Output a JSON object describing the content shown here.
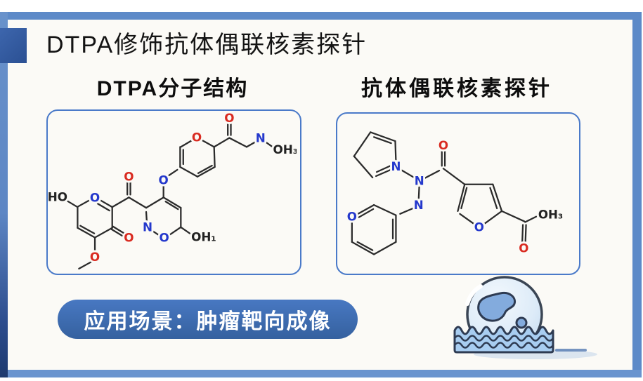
{
  "title": "DTPA修饰抗体偶联核素探针",
  "panels": {
    "left": {
      "heading": "DTPA分子结构"
    },
    "right": {
      "heading": "抗体偶联核素探针"
    }
  },
  "banner": {
    "text": "应用场景：肿瘤靶向成像"
  },
  "molecules": {
    "dtpa": {
      "labels": [
        "HO",
        "O",
        "O",
        "O",
        "O",
        "N",
        "O",
        "OH₁",
        "O",
        "O",
        "O",
        "N",
        "OH₃"
      ]
    },
    "probe": {
      "labels": [
        "N",
        "N",
        "N",
        "O",
        "O",
        "O",
        "O",
        "OH₃"
      ]
    }
  },
  "colors": {
    "frame_blue": "#5d8ac8",
    "accent_navy": "#2b5093",
    "banner_blue": "#3a67b3",
    "box_border_blue": "#4a7ac9",
    "atom_red": "#d92b21",
    "atom_blue": "#2438cc",
    "bond_black": "#2b2b2b",
    "cell_fill": "#83abdd",
    "water_fill": "#a8cdf1"
  }
}
